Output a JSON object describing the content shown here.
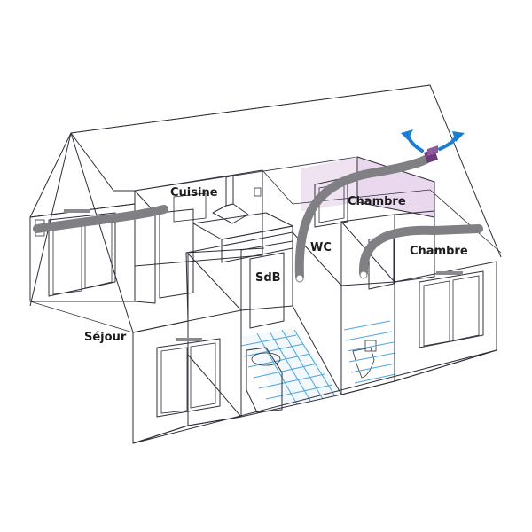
{
  "rooms": {
    "sejour": "Séjour",
    "cuisine": "Cuisine",
    "sdb": "SdB",
    "wc": "WC",
    "chambre_back": "Chambre",
    "chambre_front": "Chambre"
  },
  "colors": {
    "partition": "#dcd3ec",
    "partition_dark": "#cdbfe2",
    "duct": "#7f7f84",
    "door": "#8d8d8d",
    "glass": "#d6ebf8",
    "tiles": "#4ea6dc",
    "exhaust_arrows": "#1a7fd0",
    "fan": "#6e3a7a"
  },
  "icons": [
    "roof-extractor-icon",
    "exhaust-arrow-icon"
  ]
}
